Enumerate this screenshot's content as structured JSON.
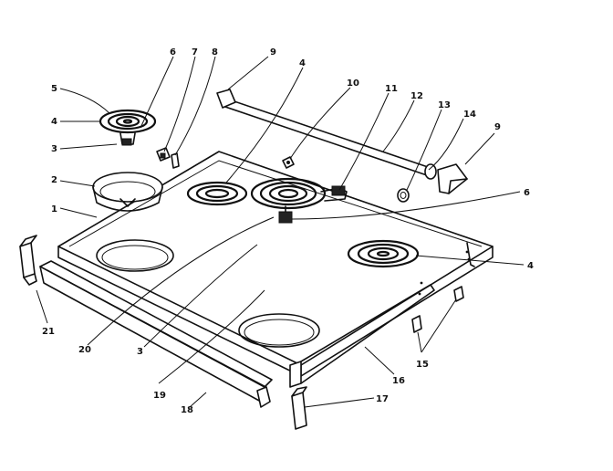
{
  "callouts": {
    "c1": "1",
    "c2": "2",
    "c3a": "3",
    "c3b": "3",
    "c4a": "4",
    "c4b": "4",
    "c4c": "4",
    "c5": "5",
    "c6a": "6",
    "c6b": "6",
    "c7": "7",
    "c8": "8",
    "c9a": "9",
    "c9b": "9",
    "c10": "10",
    "c11": "11",
    "c12": "12",
    "c13": "13",
    "c14": "14",
    "c15": "15",
    "c16": "16",
    "c17": "17",
    "c18": "18",
    "c19": "19",
    "c20": "20",
    "c21": "21"
  }
}
